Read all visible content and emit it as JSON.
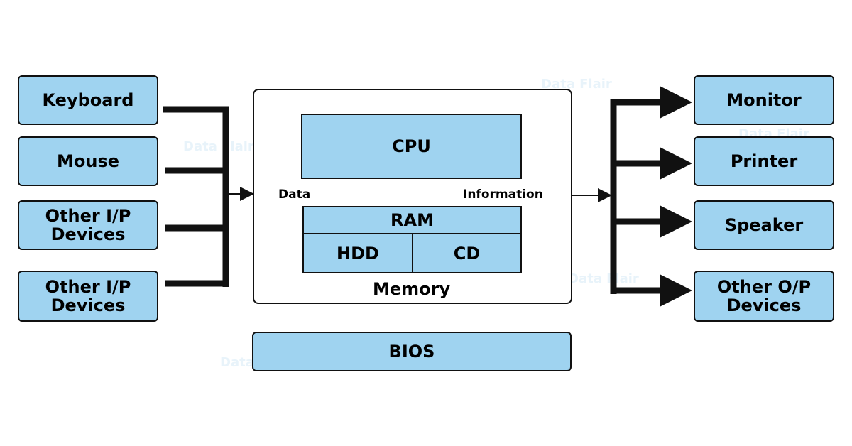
{
  "inputs": [
    {
      "label": "Keyboard"
    },
    {
      "label": "Mouse"
    },
    {
      "label_lines": [
        "Other I/P",
        "Devices"
      ]
    },
    {
      "label_lines": [
        "Other I/P",
        "Devices"
      ]
    }
  ],
  "outputs": [
    {
      "label": "Monitor"
    },
    {
      "label": "Printer"
    },
    {
      "label": "Speaker"
    },
    {
      "label_lines": [
        "Other O/P",
        "Devices"
      ]
    }
  ],
  "core": {
    "cpu": "CPU",
    "ram": "RAM",
    "hdd": "HDD",
    "cd": "CD",
    "memory_caption": "Memory",
    "data_label": "Data",
    "information_label": "Information",
    "bios": "BIOS"
  },
  "watermark": "Data Flair",
  "colors": {
    "box_fill": "#9fd3f0",
    "stroke": "#111111"
  }
}
